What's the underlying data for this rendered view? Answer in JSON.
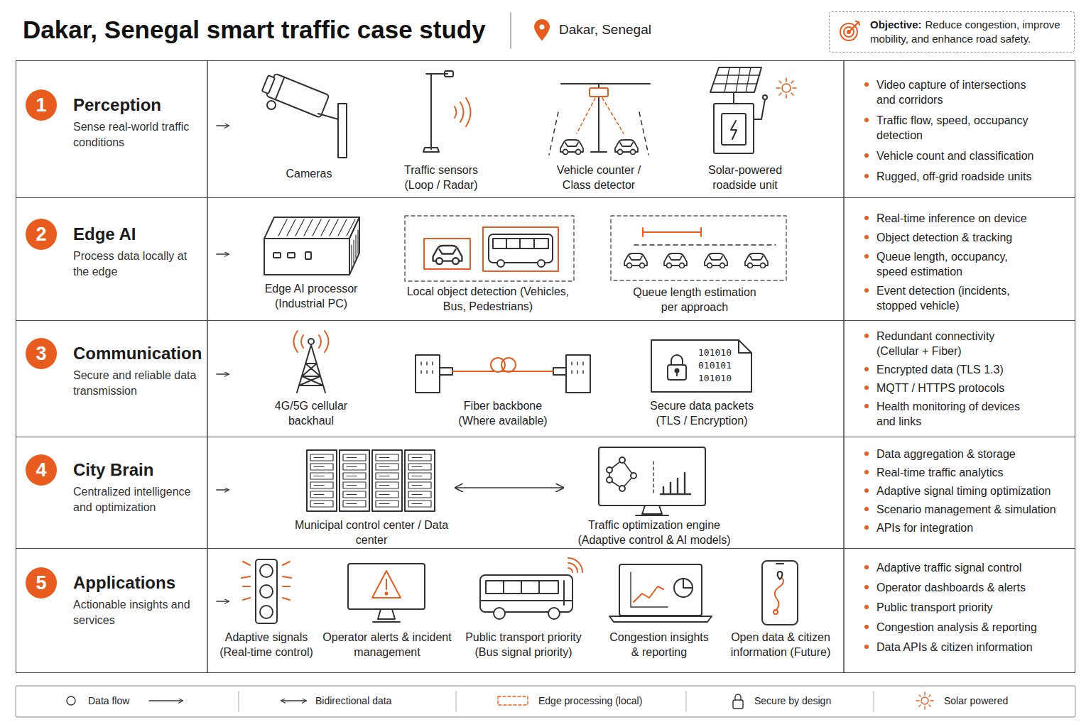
{
  "diagram": {
    "title": "Dakar, Senegal smart traffic case study",
    "nodes": [
      {
        "text": [
          "Objective:",
          "Reduce congestion, improve mobility, and enhance road safety."
        ]
      },
      {
        "text": [
          "Perception",
          "Sense real-world traffic conditions"
        ]
      },
      {
        "text": [
          "1"
        ],
        "in": 1
      },
      {
        "text": [
          "Edge AI",
          "Process data locally at the edge"
        ]
      },
      {
        "text": [
          "2"
        ],
        "in": 3
      },
      {
        "text": [
          "Communication",
          "Secure and reliable data transmission"
        ]
      },
      {
        "text": [
          "3"
        ],
        "in": 5
      },
      {
        "text": [
          "City Brain",
          "Centralized intelligence and optimization"
        ]
      },
      {
        "text": [
          "4"
        ],
        "in": 7
      },
      {
        "text": [
          "Municipal control center / Data center"
        ],
        "in": 7
      },
      {
        "text": [
          "Traffic optimization engine (Adaptive control & AI models)"
        ],
        "in": 7
      },
      {
        "text": [
          "Applications",
          "Actionable insights and services"
        ]
      },
      {
        "text": [
          "5"
        ],
        "in": 11
      }
    ],
    "edges": [
      {
        "from": 9,
        "to": 10,
        "arrow": "both"
      }
    ],
    "labels": [
      "Dakar, Senegal",
      "Cameras",
      "Traffic sensors (Loop / Radar)",
      "Vehicle counter / Class detector",
      "Solar-powered roadside unit",
      "Video capture of intersections and corridors",
      "Traffic flow, speed, occupancy detection",
      "Vehicle count and classification",
      "Rugged, off-grid roadside units",
      "Edge AI processor (Industrial PC)",
      "Local object detection (Vehicles, Bus, Pedestrians)",
      "Queue length estimation per approach",
      "Real-time inference on device",
      "Object detection & tracking",
      "Queue length, occupancy, speed estimation",
      "Event detection (incidents, stopped vehicle)",
      "4G/5G cellular backhaul",
      "Fiber backbone (Where available)",
      "Secure data packets (TLS / Encryption)",
      "101010",
      "010101",
      "101010",
      "Redundant connectivity (Cellular + Fiber)",
      "Encrypted data (TLS 1.3)",
      "MQTT / HTTPS protocols",
      "Health monitoring of devices and links",
      "Data aggregation & storage",
      "Real-time traffic analytics",
      "Adaptive signal timing optimization",
      "Scenario management & simulation",
      "APIs for integration",
      "Adaptive signals (Real-time control)",
      "Operator alerts & incident management",
      "Public transport priority (Bus signal priority)",
      "Congestion insights & reporting",
      "Open data & citizen information (Future)",
      "Adaptive traffic signal control",
      "Operator dashboards & alerts",
      "Public transport priority",
      "Congestion analysis & reporting",
      "Data APIs & citizen information"
    ],
    "legend": [
      {
        "text": "Data flow"
      },
      {
        "text": "Bidirectional data"
      },
      {
        "text": "Edge processing (local)"
      },
      {
        "text": "Secure by design"
      },
      {
        "text": "Solar powered"
      }
    ]
  }
}
